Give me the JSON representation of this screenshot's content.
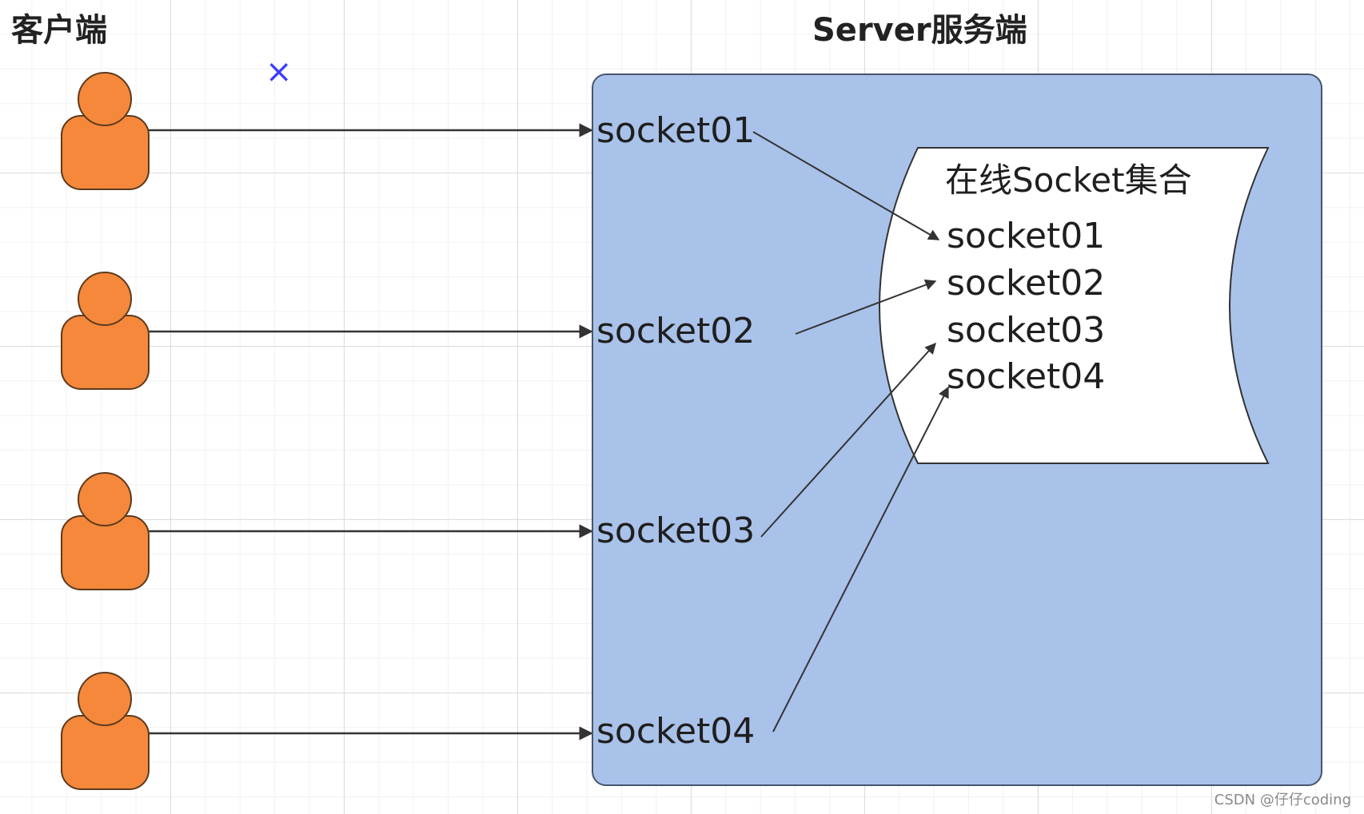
{
  "client": {
    "title": "客户端"
  },
  "server": {
    "title": "Server服务端",
    "sockets": [
      "socket01",
      "socket02",
      "socket03",
      "socket04"
    ]
  },
  "online_set": {
    "title": "在线Socket集合",
    "items": [
      "socket01",
      "socket02",
      "socket03",
      "socket04"
    ]
  },
  "close_mark": "×",
  "watermark": "CSDN @仔仔coding",
  "colors": {
    "user_fill": "#f5883a",
    "user_stroke": "#5c3a1e",
    "server_fill": "#a9c2ea",
    "set_fill": "#ffffff",
    "arrow": "#333333",
    "close_mark": "#3c3cff"
  },
  "icons": {
    "user": "user-icon",
    "close": "close-icon"
  }
}
